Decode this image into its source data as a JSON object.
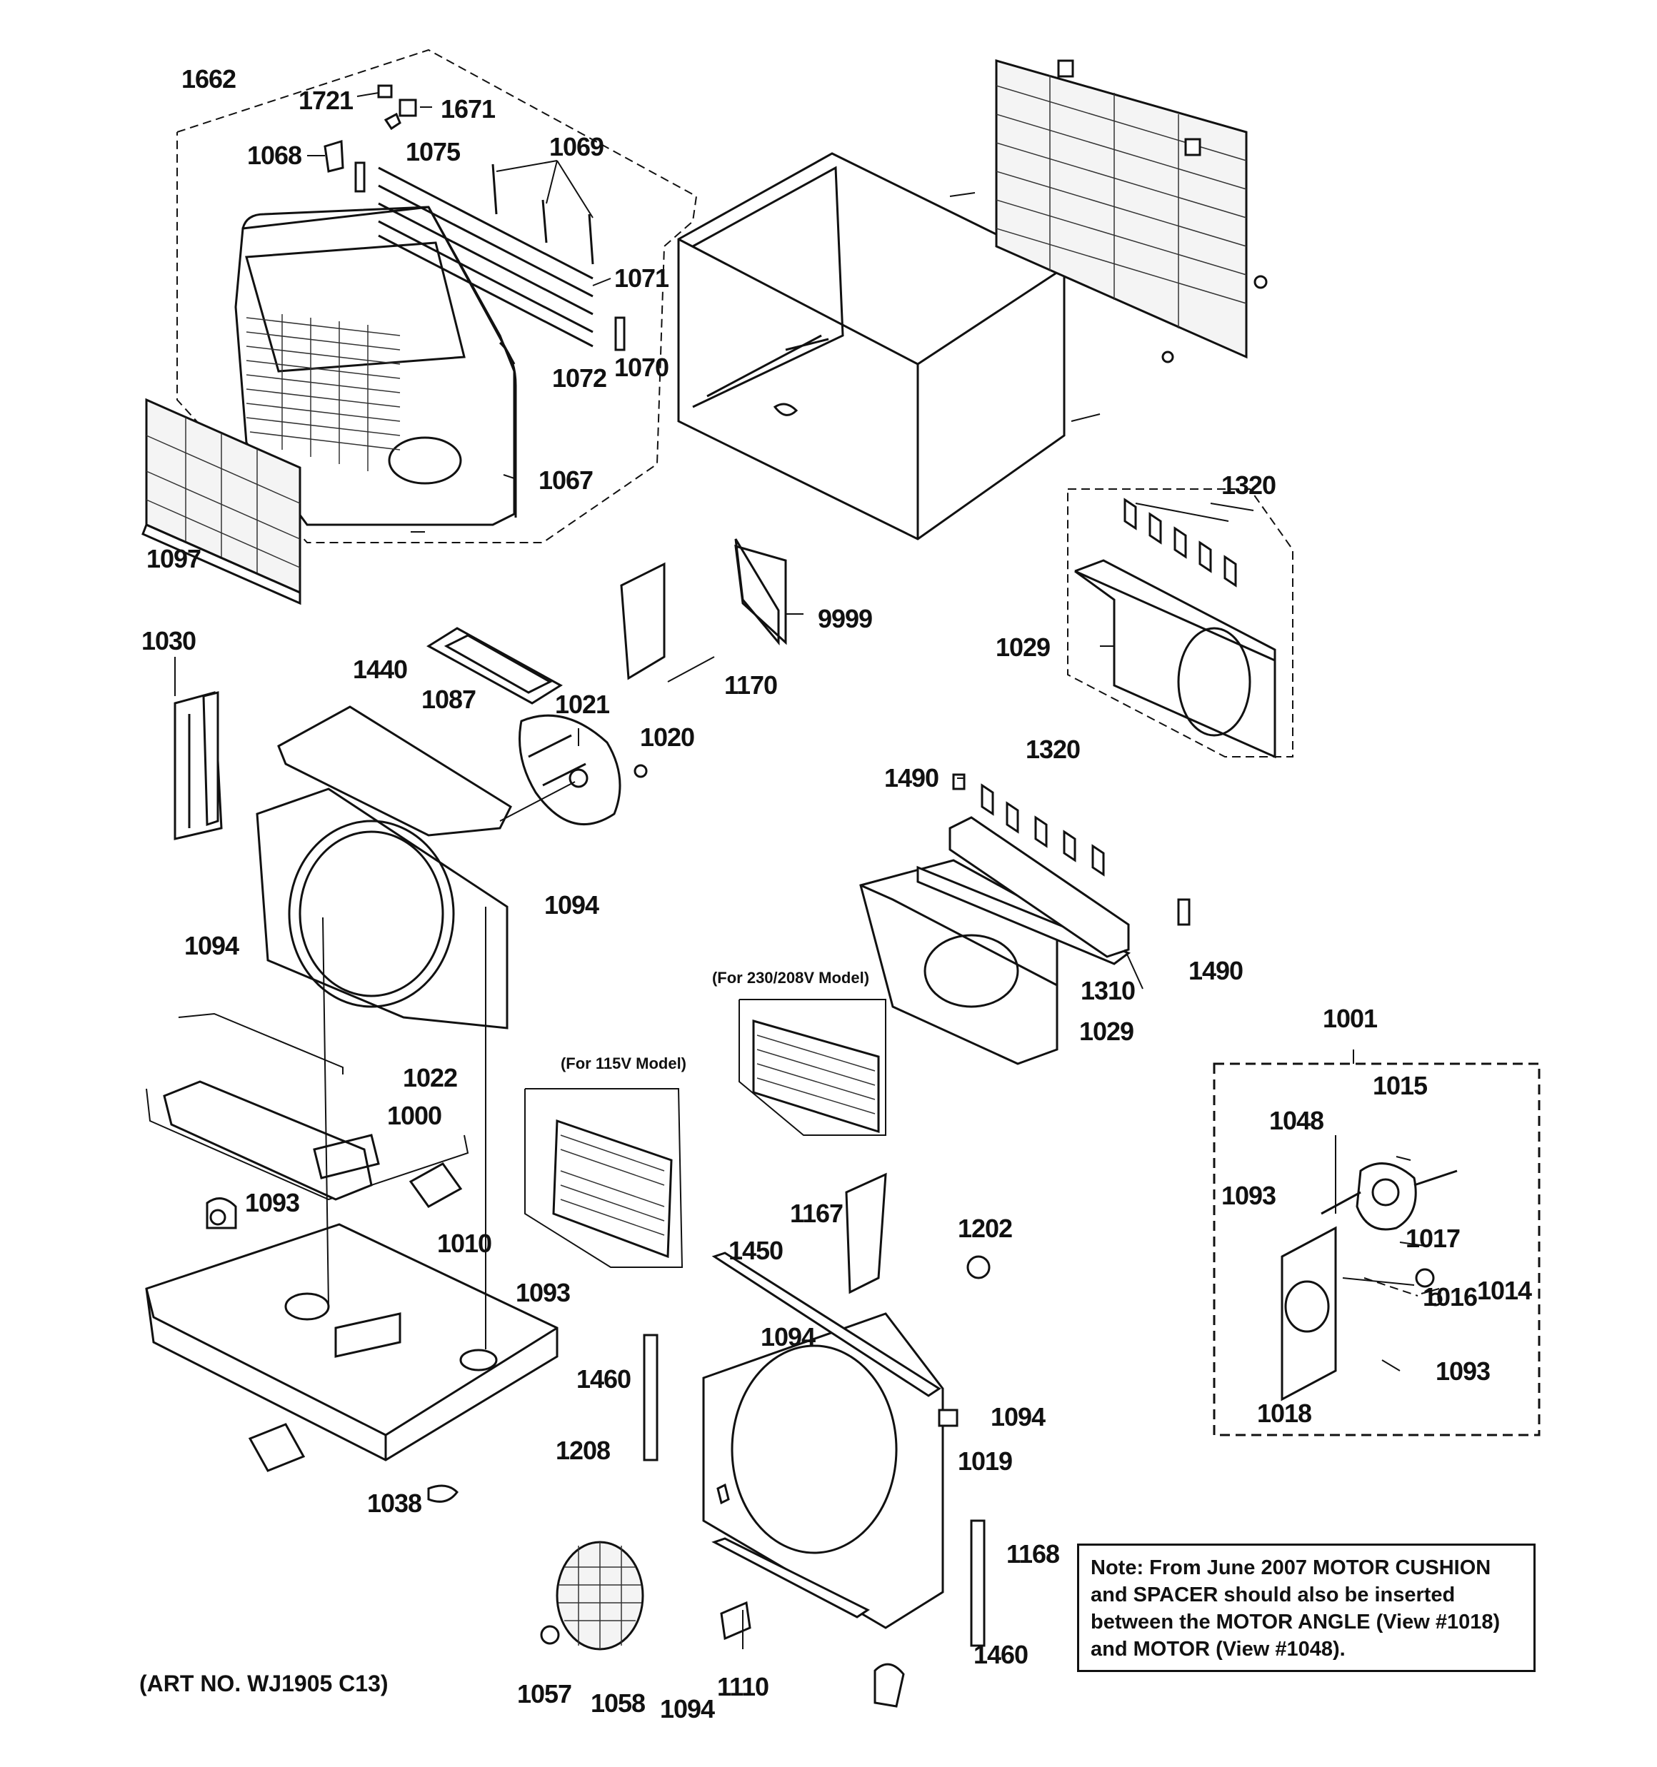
{
  "labels": {
    "p1662": "1662",
    "p1721": "1721",
    "p1671": "1671",
    "p1075": "1075",
    "p1068": "1068",
    "p1069": "1069",
    "p1071": "1071",
    "p1070": "1070",
    "p1072": "1072",
    "p1067": "1067",
    "p1097": "1097",
    "p1320a": "1320",
    "p1029a": "1029",
    "p9999": "9999",
    "p1170": "1170",
    "p1087": "1087",
    "p1440": "1440",
    "p1030": "1030",
    "p1021": "1021",
    "p1020": "1020",
    "p1094a": "1094",
    "p1094b": "1094",
    "p1022": "1022",
    "p1000": "1000",
    "p1093a": "1093",
    "p1010": "1010",
    "p1093b": "1093",
    "p1038": "1038",
    "p1490a": "1490",
    "p1320b": "1320",
    "p1490b": "1490",
    "p1310": "1310",
    "p1029b": "1029",
    "p1001": "1001",
    "p1015": "1015",
    "p1048": "1048",
    "p1093c": "1093",
    "p1017": "1017",
    "p1014": "1014",
    "p1016": "1016",
    "p1093d": "1093",
    "p1018": "1018",
    "p1167": "1167",
    "p1202": "1202",
    "p1450": "1450",
    "p1094c": "1094",
    "p1460a": "1460",
    "p1208": "1208",
    "p1094d": "1094",
    "p1019": "1019",
    "p1168": "1168",
    "p1460b": "1460",
    "p1057": "1057",
    "p1058": "1058",
    "p1094e": "1094",
    "p1110": "1110"
  },
  "model_notes": {
    "v230": "(For 230/208V Model)",
    "v115": "(For 115V Model)"
  },
  "note": "Note: From June 2007 MOTOR CUSHION and SPACER should also be inserted between the MOTOR ANGLE (View #1018) and MOTOR (View #1048).",
  "art_no": "(ART NO. WJ1905 C13)"
}
